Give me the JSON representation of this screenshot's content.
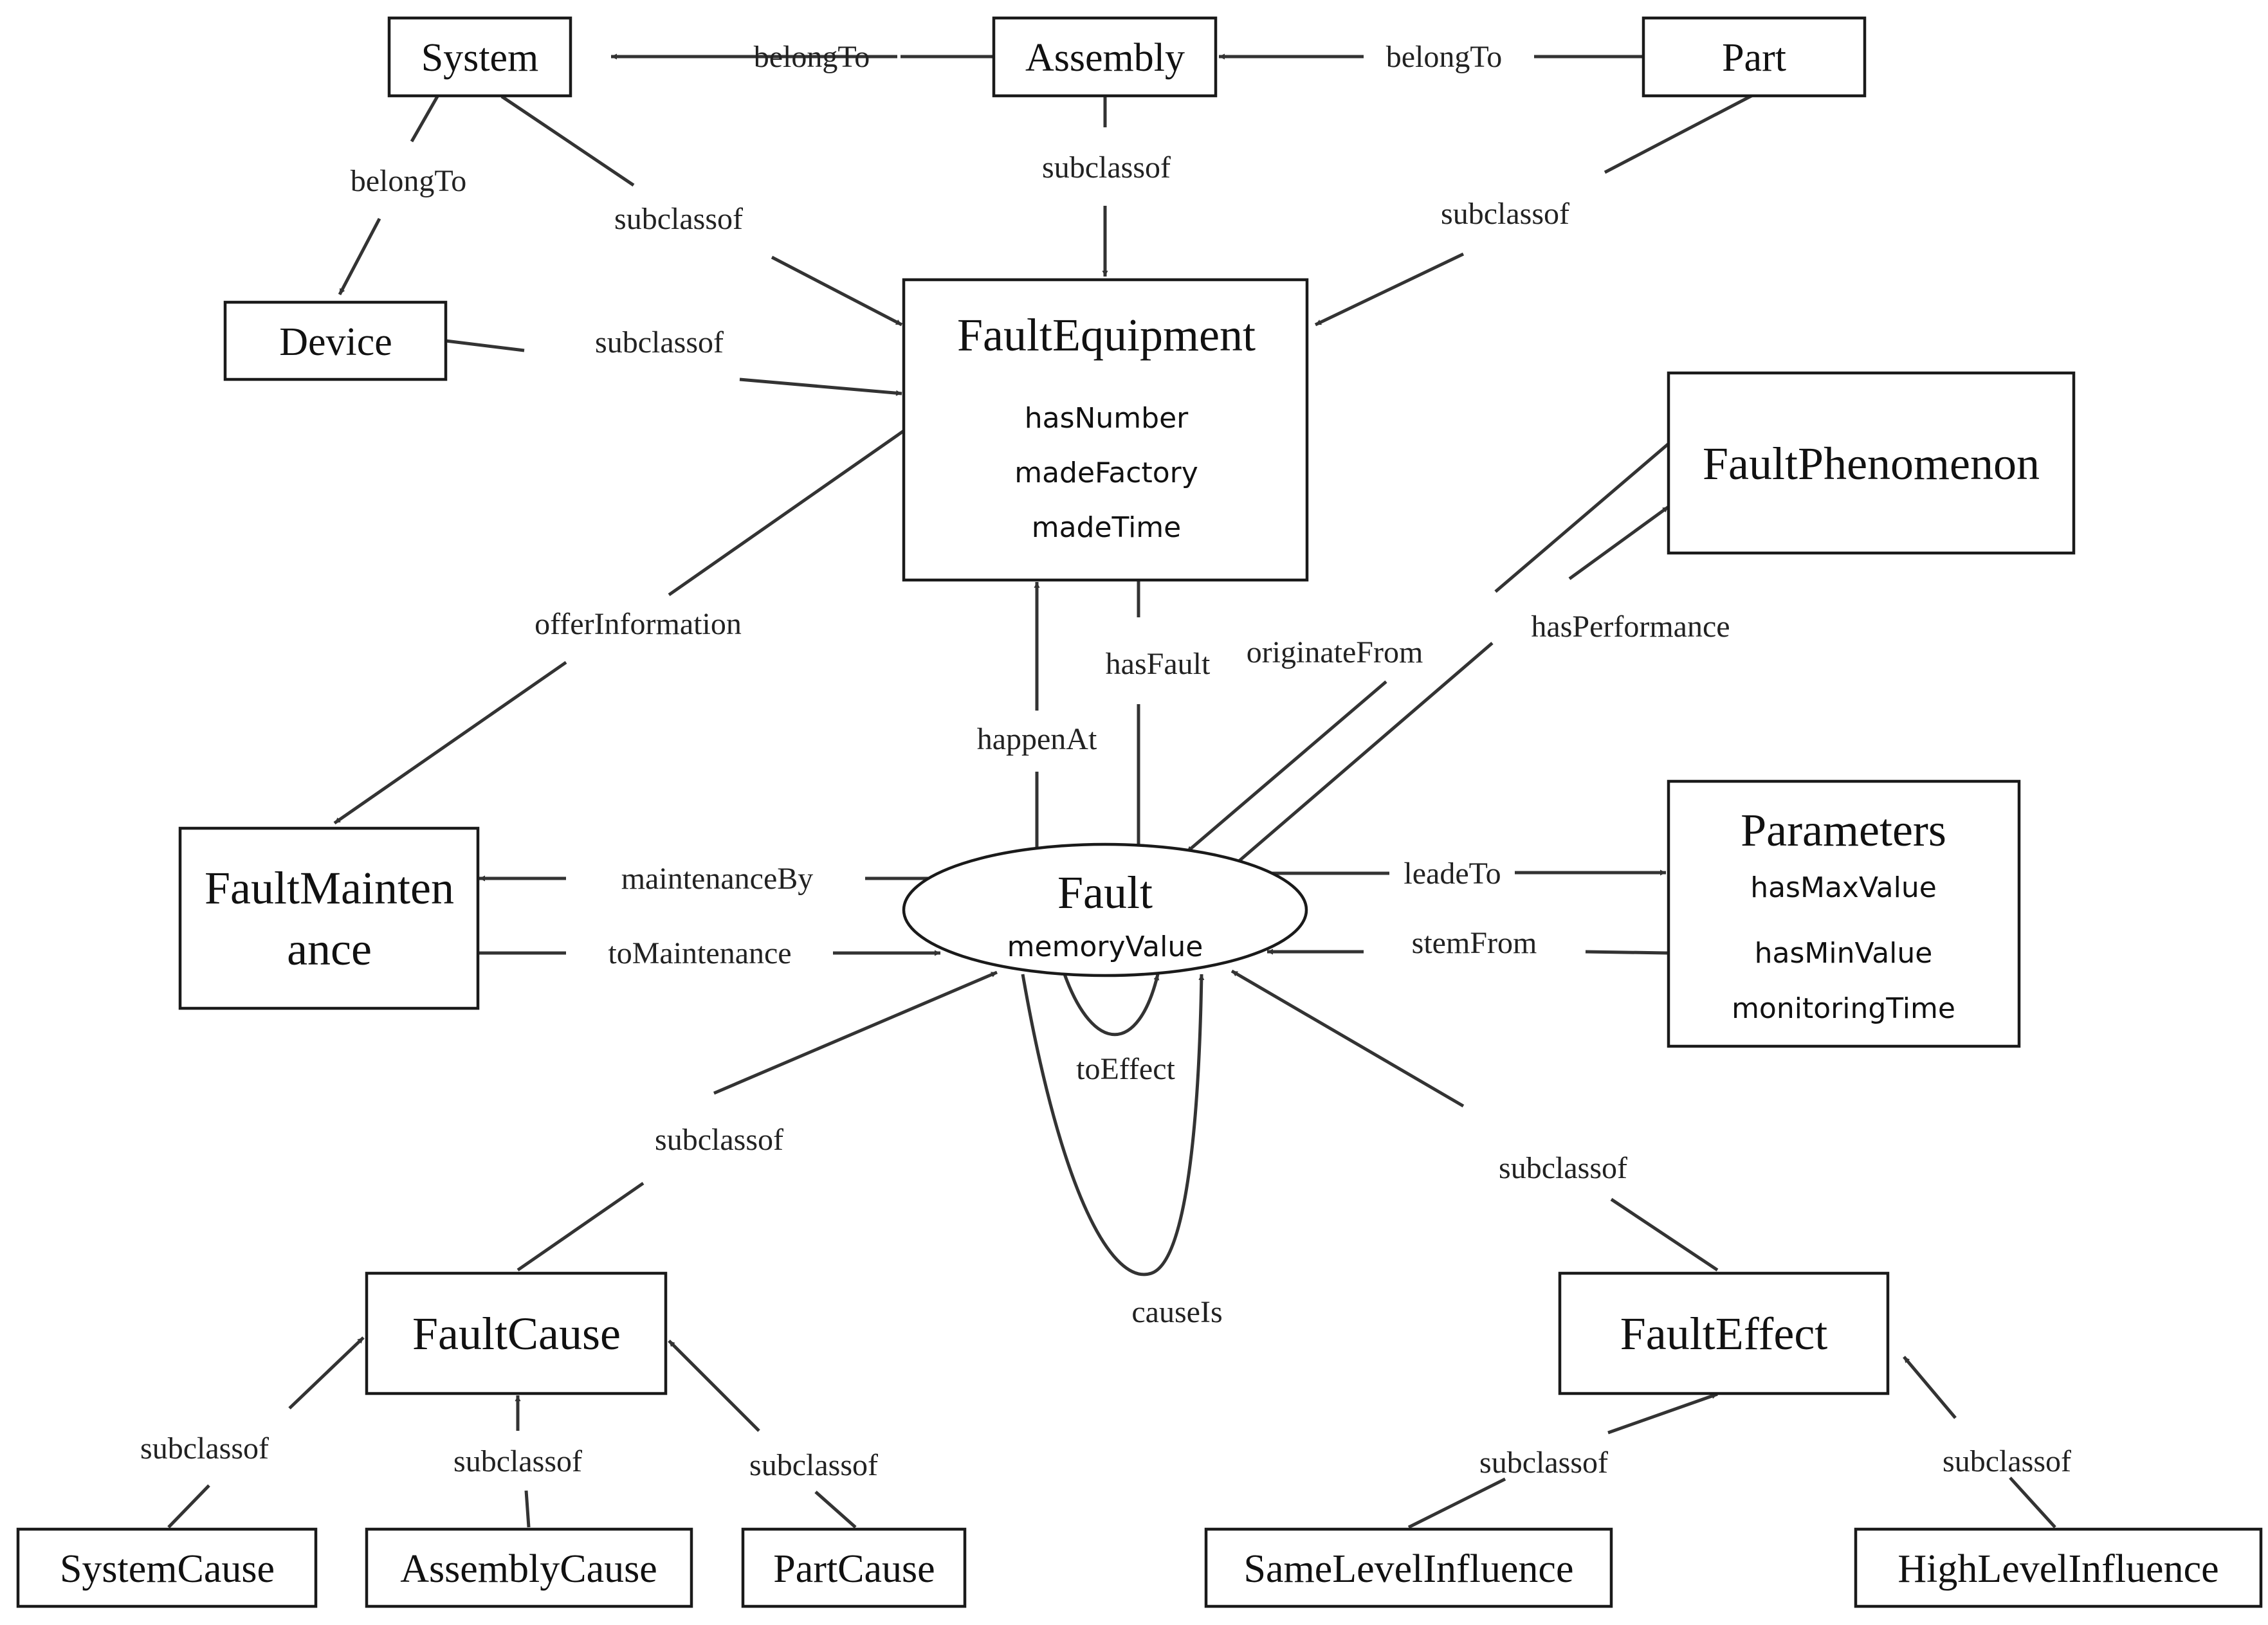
{
  "nodes": {
    "system": "System",
    "assembly": "Assembly",
    "part": "Part",
    "device": "Device",
    "fault_equipment": {
      "title": "FaultEquipment",
      "attributes": [
        "hasNumber",
        "madeFactory",
        "madeTime"
      ]
    },
    "fault_phenomenon": "FaultPhenomenon",
    "fault_maintenance": {
      "line1": "FaultMainten",
      "line2": "ance"
    },
    "fault": {
      "title": "Fault",
      "attribute": "memoryValue"
    },
    "parameters": {
      "title": "Parameters",
      "attributes": [
        "hasMaxValue",
        "hasMinValue",
        "monitoringTime"
      ]
    },
    "fault_cause": "FaultCause",
    "fault_effect": "FaultEffect",
    "system_cause": "SystemCause",
    "assembly_cause": "AssemblyCause",
    "part_cause": "PartCause",
    "same_level_influence": "SameLevelInfluence",
    "high_level_influence": "HighLevelInfluence"
  },
  "edges": {
    "assembly_system": "belongTo",
    "part_assembly": "belongTo",
    "system_device": "belongTo",
    "system_equipment": "subclassof",
    "assembly_equipment": "subclassof",
    "part_equipment": "subclassof",
    "device_equipment": "subclassof",
    "offer_information": "offerInformation",
    "has_fault": "hasFault",
    "happen_at": "happenAt",
    "originate_from": "originateFrom",
    "has_performance": "hasPerformance",
    "maintenance_by": "maintenanceBy",
    "to_maintenance": "toMaintenance",
    "leade_to": "leadeTo",
    "stem_from": "stemFrom",
    "to_effect": "toEffect",
    "cause_is": "causeIs",
    "cause_fault": "subclassof",
    "effect_fault": "subclassof",
    "system_cause": "subclassof",
    "assembly_cause": "subclassof",
    "part_cause": "subclassof",
    "same_level": "subclassof",
    "high_level": "subclassof"
  }
}
